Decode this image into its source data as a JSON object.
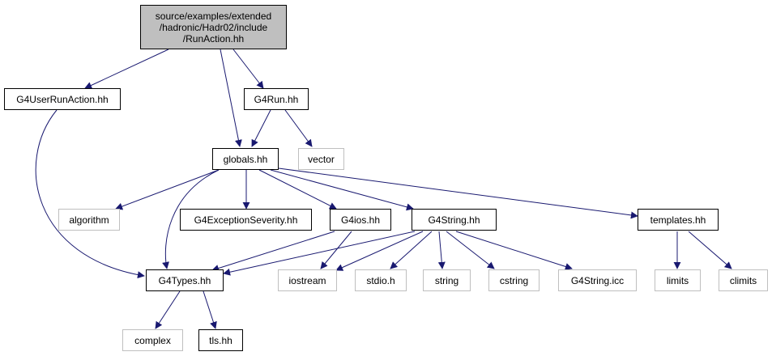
{
  "graph": {
    "root": {
      "lines": [
        "source/examples/extended",
        "/hadronic/Hadr02/include",
        "/RunAction.hh"
      ]
    },
    "nodes": {
      "g4userrunaction": "G4UserRunAction.hh",
      "g4run": "G4Run.hh",
      "globals": "globals.hh",
      "vector": "vector",
      "algorithm": "algorithm",
      "g4exceptionseverity": "G4ExceptionSeverity.hh",
      "g4ios": "G4ios.hh",
      "g4string": "G4String.hh",
      "templates": "templates.hh",
      "g4types": "G4Types.hh",
      "iostream": "iostream",
      "stdio": "stdio.h",
      "string": "string",
      "cstring": "cstring",
      "g4stringicc": "G4String.icc",
      "limits": "limits",
      "climits": "climits",
      "complex": "complex",
      "tls": "tls.hh"
    },
    "colors": {
      "edge": "#191970",
      "root_fill": "#bfbfbf",
      "node_border": "#000000",
      "external_border": "#bfbfbf"
    }
  }
}
